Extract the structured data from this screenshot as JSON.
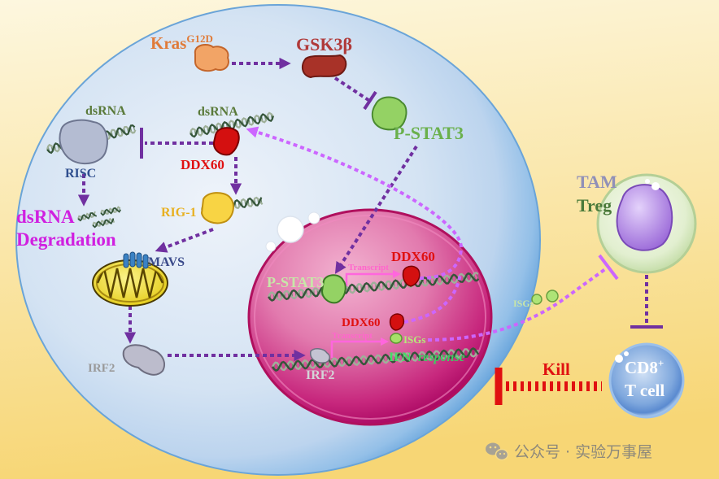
{
  "colors": {
    "pathway_arrow": "#7030a0",
    "feedback_arrow": "#cc66ff",
    "transcript_arrow": "#ff66dd",
    "kill": "#e01010"
  },
  "labels": {
    "kras": "Kras",
    "kras_mutation": "G12D",
    "gsk3b": "GSK3β",
    "p_stat3": "P-STAT3",
    "dsrna_risc": "dsRNA",
    "dsrna_ddx60": "dsRNA",
    "risc": "RISC",
    "ddx60": "DDX60",
    "rig1": "RIG-1",
    "degradation_line1": "dsRNA",
    "degradation_line2": "Degradation",
    "mavs": "MAVS",
    "irf2": "IRF2"
  },
  "nucleus": {
    "p_stat3": "P-STAT3",
    "transcript_upper": "Transcript",
    "ddx60_upper": "DDX60",
    "ddx60_lower": "DDX60",
    "transcript_lower": "Transcript",
    "isgs": "ISGs",
    "ifn": "IFN",
    "response": "response",
    "irf2": "IRF2"
  },
  "extracellular": {
    "isgs": "ISGs",
    "tam": "TAM",
    "treg": "Treg",
    "kill": "Kill",
    "cd8": "CD8",
    "cd8_sup": "+",
    "t_cell": "T cell"
  },
  "watermark": {
    "icon": "wechat-icon",
    "text": "公众号 · 实验万事屋"
  }
}
